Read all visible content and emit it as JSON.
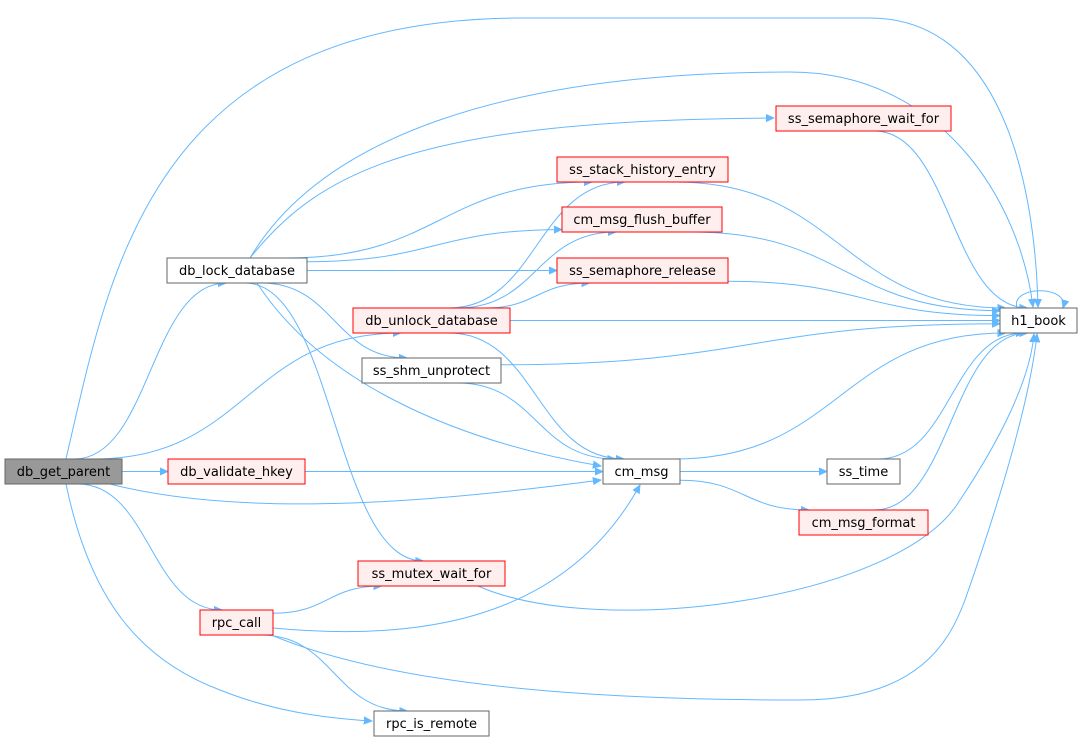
{
  "colors": {
    "edge": "#63b8ff",
    "node_fill": "#ffffff",
    "node_fill_highlight": "#ffeeee",
    "node_fill_root": "#999999",
    "node_border_default": "#666666",
    "node_border_highlight": "#ff0000",
    "node_border_root": "#666666"
  },
  "nodes": [
    {
      "id": "db_get_parent",
      "label": "db_get_parent",
      "style": "root"
    },
    {
      "id": "db_lock_database",
      "label": "db_lock_database",
      "style": "default"
    },
    {
      "id": "db_unlock_database",
      "label": "db_unlock_database",
      "style": "highlight"
    },
    {
      "id": "db_validate_hkey",
      "label": "db_validate_hkey",
      "style": "highlight"
    },
    {
      "id": "rpc_call",
      "label": "rpc_call",
      "style": "highlight"
    },
    {
      "id": "rpc_is_remote",
      "label": "rpc_is_remote",
      "style": "default"
    },
    {
      "id": "ss_shm_unprotect",
      "label": "ss_shm_unprotect",
      "style": "default"
    },
    {
      "id": "ss_mutex_wait_for",
      "label": "ss_mutex_wait_for",
      "style": "highlight"
    },
    {
      "id": "ss_stack_history_entry",
      "label": "ss_stack_history_entry",
      "style": "highlight"
    },
    {
      "id": "cm_msg_flush_buffer",
      "label": "cm_msg_flush_buffer",
      "style": "highlight"
    },
    {
      "id": "ss_semaphore_release",
      "label": "ss_semaphore_release",
      "style": "highlight"
    },
    {
      "id": "ss_semaphore_wait_for",
      "label": "ss_semaphore_wait_for",
      "style": "highlight"
    },
    {
      "id": "cm_msg",
      "label": "cm_msg",
      "style": "default"
    },
    {
      "id": "ss_time",
      "label": "ss_time",
      "style": "default"
    },
    {
      "id": "cm_msg_format",
      "label": "cm_msg_format",
      "style": "highlight"
    },
    {
      "id": "h1_book",
      "label": "h1_book",
      "style": "default"
    }
  ],
  "edges": [
    {
      "from": "db_get_parent",
      "to": "h1_book"
    },
    {
      "from": "db_get_parent",
      "to": "db_lock_database"
    },
    {
      "from": "db_get_parent",
      "to": "db_unlock_database"
    },
    {
      "from": "db_get_parent",
      "to": "db_validate_hkey"
    },
    {
      "from": "db_get_parent",
      "to": "cm_msg"
    },
    {
      "from": "db_get_parent",
      "to": "rpc_call"
    },
    {
      "from": "db_get_parent",
      "to": "rpc_is_remote"
    },
    {
      "from": "db_lock_database",
      "to": "h1_book"
    },
    {
      "from": "db_lock_database",
      "to": "ss_semaphore_wait_for"
    },
    {
      "from": "db_lock_database",
      "to": "ss_stack_history_entry"
    },
    {
      "from": "db_lock_database",
      "to": "cm_msg_flush_buffer"
    },
    {
      "from": "db_lock_database",
      "to": "ss_semaphore_release"
    },
    {
      "from": "db_lock_database",
      "to": "ss_shm_unprotect"
    },
    {
      "from": "db_lock_database",
      "to": "cm_msg"
    },
    {
      "from": "db_lock_database",
      "to": "ss_mutex_wait_for"
    },
    {
      "from": "db_unlock_database",
      "to": "ss_stack_history_entry"
    },
    {
      "from": "db_unlock_database",
      "to": "cm_msg_flush_buffer"
    },
    {
      "from": "db_unlock_database",
      "to": "ss_semaphore_release"
    },
    {
      "from": "db_unlock_database",
      "to": "h1_book"
    },
    {
      "from": "db_unlock_database",
      "to": "cm_msg"
    },
    {
      "from": "ss_shm_unprotect",
      "to": "h1_book"
    },
    {
      "from": "ss_shm_unprotect",
      "to": "cm_msg"
    },
    {
      "from": "db_validate_hkey",
      "to": "cm_msg"
    },
    {
      "from": "rpc_call",
      "to": "ss_mutex_wait_for"
    },
    {
      "from": "rpc_call",
      "to": "cm_msg"
    },
    {
      "from": "rpc_call",
      "to": "h1_book"
    },
    {
      "from": "rpc_call",
      "to": "rpc_is_remote"
    },
    {
      "from": "ss_mutex_wait_for",
      "to": "h1_book"
    },
    {
      "from": "ss_stack_history_entry",
      "to": "h1_book"
    },
    {
      "from": "cm_msg_flush_buffer",
      "to": "h1_book"
    },
    {
      "from": "ss_semaphore_release",
      "to": "h1_book"
    },
    {
      "from": "ss_semaphore_wait_for",
      "to": "h1_book"
    },
    {
      "from": "cm_msg",
      "to": "h1_book"
    },
    {
      "from": "cm_msg",
      "to": "ss_time"
    },
    {
      "from": "cm_msg",
      "to": "cm_msg_format"
    },
    {
      "from": "ss_time",
      "to": "h1_book"
    },
    {
      "from": "cm_msg_format",
      "to": "h1_book"
    },
    {
      "from": "h1_book",
      "to": "h1_book"
    }
  ]
}
